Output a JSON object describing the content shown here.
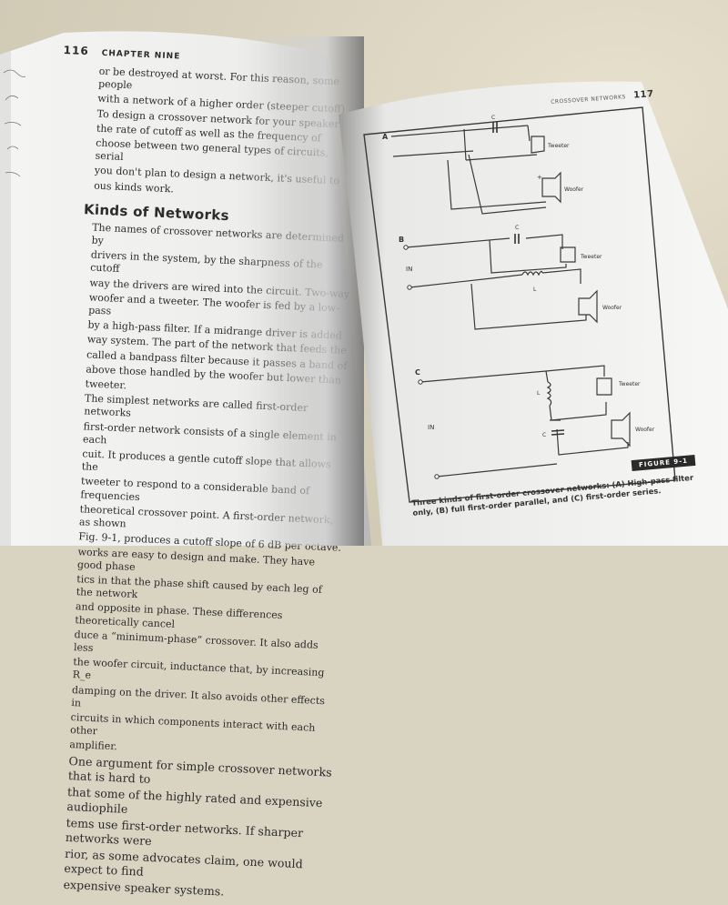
{
  "left_page": {
    "page_number": "116",
    "chapter": "CHAPTER NINE",
    "intro_lines": [
      "or be destroyed at worst. For this reason, some people",
      "with a network of a higher order (steeper cutoff)",
      "To design a crossover network for your speaker",
      "the rate of cutoff as well as the frequency of",
      "choose between two general types of circuits, serial",
      "you don't plan to design a network, it's useful to",
      "ous kinds work."
    ],
    "heading": "Kinds of Networks",
    "body_lines": [
      "The names of crossover networks are determined by",
      "drivers in the system, by the sharpness of the cutoff",
      "way the drivers are wired into the circuit. Two-way",
      "woofer and a tweeter. The woofer is fed by a low-pass",
      "by a high-pass filter. If a midrange driver is added",
      "way system. The part of the network that feeds the",
      "called a bandpass filter because it passes a band of",
      "above those handled by the woofer but lower than",
      "tweeter.",
      "The simplest networks are called first-order networks",
      "first-order network consists of a single element in each",
      "cuit. It produces a gentle cutoff slope that allows the",
      "tweeter to respond to a considerable band of frequencies",
      "theoretical crossover point. A first-order network, as shown",
      "Fig. 9-1, produces a cutoff slope of 6 dB per octave.",
      "works are easy to design and make. They have good phase",
      "tics in that the phase shift caused by each leg of the network",
      "and opposite in phase. These differences theoretically cancel",
      "duce a “minimum-phase” crossover. It also adds less",
      "the woofer circuit, inductance that, by increasing R_e",
      "damping on the driver. It also avoids other effects in",
      "circuits in which components interact with each other",
      "amplifier."
    ],
    "closing_lines": [
      "One argument for simple crossover networks that is hard to",
      "that some of the highly rated and expensive audiophile",
      "tems use first-order networks. If sharper networks were",
      "rior, as some advocates claim, one would expect to find",
      "expensive speaker systems."
    ]
  },
  "right_page": {
    "header": "CROSSOVER NETWORKS",
    "page_number": "117",
    "diagram_labels": {
      "a": "A",
      "b": "B",
      "c": "C",
      "in_b": "IN",
      "in_c": "IN",
      "cap_a": "C",
      "cap_b": "C",
      "cap_c": "C",
      "ind_b": "L",
      "ind_c": "L",
      "tweeter_a": "Tweeter",
      "woofer_a": "Woofer",
      "tweeter_b": "Tweeter",
      "woofer_b": "Woofer",
      "tweeter_c": "Tweeter",
      "woofer_c": "Woofer",
      "plus": "+"
    },
    "figure_tag": "FIGURE 9-1",
    "caption": "Three kinds of first-order crossover networks: (A) High-pass filter only, (B) full first-order parallel, and (C) first-order series."
  }
}
